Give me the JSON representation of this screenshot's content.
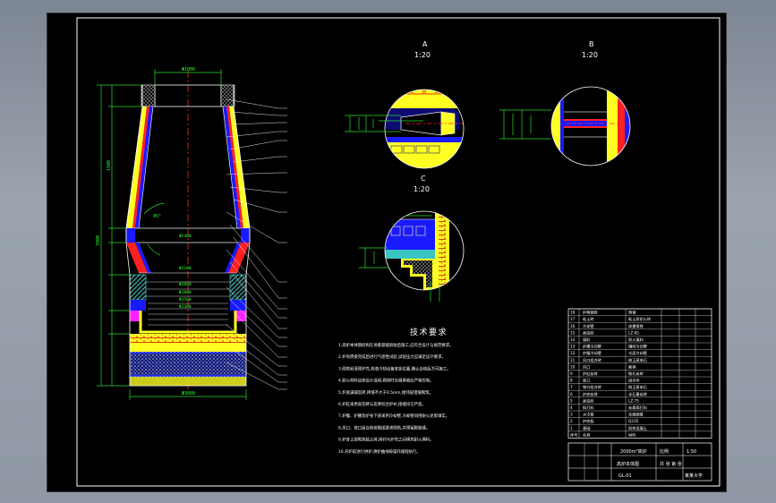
{
  "views": {
    "A": {
      "letter": "A",
      "scale": "1:20"
    },
    "B": {
      "letter": "B",
      "scale": "1:20"
    },
    "C": {
      "letter": "C",
      "scale": "1:20"
    }
  },
  "main_view": {
    "top_width": "Φ1000",
    "bottom_width": "Φ3000",
    "height_overall": "7800",
    "height_upper": "1500",
    "bore_labels": [
      "Φ2400",
      "Φ2100",
      "Φ2000",
      "Φ1800",
      "Φ1500",
      "Φ1300"
    ],
    "angle": "45°"
  },
  "requirements": {
    "title": "技术要求",
    "items": [
      "1.高炉本体钢结构在地基基础验收后施工,应符合设计与规范要求。",
      "2.炉壳焊接完成后进行气密性试验,试验压力应满足设计要求。",
      "3.砌筑前清理炉壳,检查冷却设备安装位置,确认合格后方可施工。",
      "4.耐火材料应按设计选用,砌筑时灰缝厚度应严格控制。",
      "5.炉底满铺炭砖,砖缝不大于0.5mm,相邻层错缝砌筑。",
      "6.炉缸采用高铝砖与炭砖综合炉衬,接缝均匀严密。",
      "7.炉腹、炉腰及炉身下部采用冷却壁,冷却壁间用耐火泥浆填实。",
      "8.风口、铁口组合砖按图纸要求砌筑,并预留膨胀缝。",
      "9.炉身上部砌筑粘土砖,砖衬与炉壳之间填充耐火填料。",
      "10.开炉前进行烘炉,烘炉曲线按操作规程执行。"
    ]
  },
  "bom": {
    "rows": [
      {
        "no": "18",
        "name": "炉喉钢砖",
        "spec": "铸钢"
      },
      {
        "no": "17",
        "name": "粘土砖",
        "spec": "粘土质耐火砖"
      },
      {
        "no": "16",
        "name": "冷却壁",
        "spec": "球墨铸铁"
      },
      {
        "no": "15",
        "name": "高铝砖",
        "spec": "LZ-65"
      },
      {
        "no": "14",
        "name": "填料",
        "spec": "耐火填料"
      },
      {
        "no": "13",
        "name": "炉腰冷却壁",
        "spec": "镶砖冷却壁"
      },
      {
        "no": "12",
        "name": "炉腹冷却壁",
        "spec": "光面冷却壁"
      },
      {
        "no": "11",
        "name": "风口组合砖",
        "spec": "刚玉莫来石"
      },
      {
        "no": "10",
        "name": "风口",
        "spec": "紫铜"
      },
      {
        "no": "9",
        "name": "炉缸炭砖",
        "spec": "微孔炭砖"
      },
      {
        "no": "8",
        "name": "铁口",
        "spec": "组合件"
      },
      {
        "no": "7",
        "name": "铁口组合砖",
        "spec": "刚玉莫来石"
      },
      {
        "no": "6",
        "name": "炉底炭砖",
        "spec": "半石墨炭砖"
      },
      {
        "no": "5",
        "name": "高铝砖",
        "spec": "LZ-75"
      },
      {
        "no": "4",
        "name": "捣打料",
        "spec": "炭素捣打料"
      },
      {
        "no": "3",
        "name": "水冷管",
        "spec": "无缝钢管"
      },
      {
        "no": "2",
        "name": "炉底板",
        "spec": "Q235"
      },
      {
        "no": "1",
        "name": "基础",
        "spec": "耐热混凝土"
      }
    ],
    "header": {
      "no": "序号",
      "name": "名称",
      "spec": "材料"
    }
  },
  "title_block": {
    "drawing_title": "2000m³高炉",
    "drawing_sub": "高炉本体图",
    "school": "某某大学",
    "scale_label": "比例",
    "scale": "1:50",
    "sheet_label": "共 张 第 张",
    "code": "GL-01"
  },
  "colors": {
    "frame": "#ffffff",
    "dim": "#2bdc2b",
    "blue_lining": "#1a1aff",
    "yellow_fill": "#ffff22",
    "red_lining": "#ff2020",
    "cyan": "#44e8e8",
    "magenta": "#ff22ff",
    "center_line": "#ff2222"
  }
}
